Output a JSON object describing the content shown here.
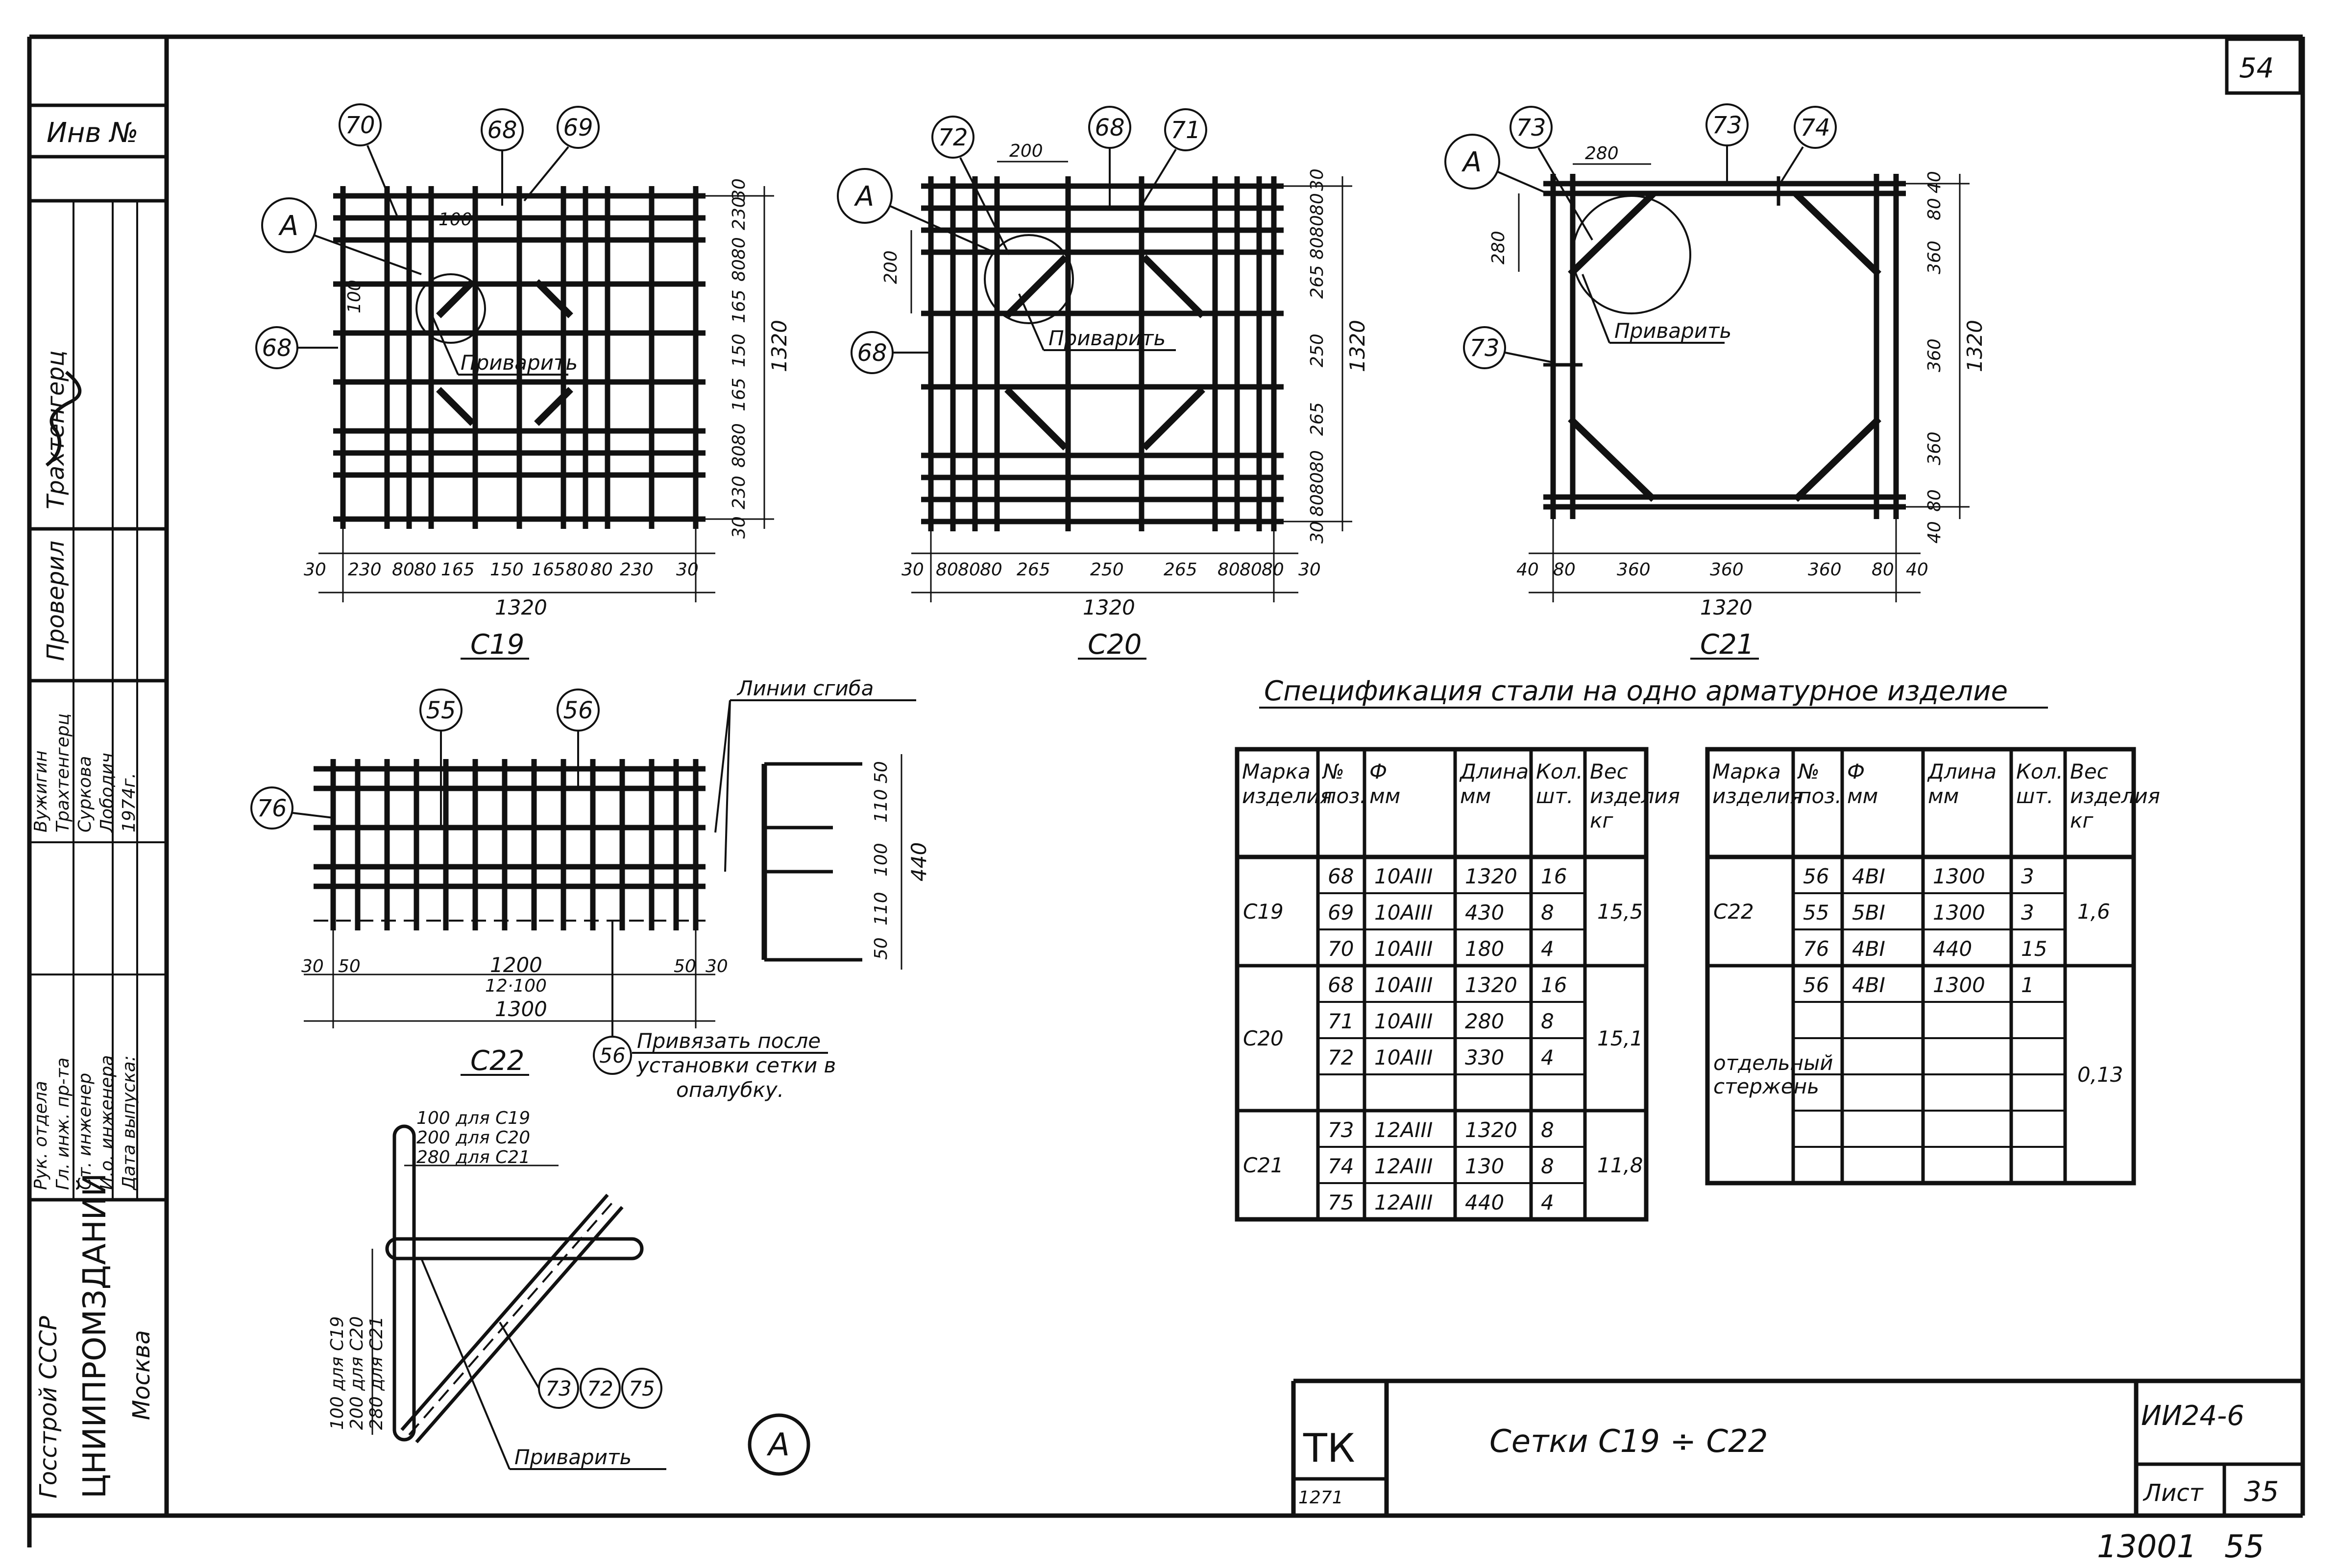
{
  "sheet_number": "54",
  "page_bottom": "13001",
  "page_bottom_right": "55",
  "side_stamp": {
    "inv_label": "Инв №",
    "rows": [
      {
        "role": "Рук. отдела",
        "name": "Вужигин"
      },
      {
        "role": "Гл. инж. пр-та",
        "name": "Трахтенгерц"
      },
      {
        "role": "Ст. инженер",
        "name": "Суркова"
      },
      {
        "role": "И.о. инженера",
        "name": "Лободич"
      },
      {
        "role": "Дата выпуска:",
        "name": "1974г."
      }
    ],
    "checked_label": "Проверил",
    "checked_name": "Трахтенгерц",
    "org": [
      "Госстрой СССР",
      "ЦНИИПРОМЗДАНИЙ",
      "Москва"
    ]
  },
  "drawings": {
    "c19": {
      "title": "С19",
      "callouts": [
        "70",
        "68",
        "69",
        "А",
        "68"
      ],
      "weld": "Приварить",
      "top_dim": "100",
      "left_dim": "100",
      "bottom_dims": [
        "30",
        "230",
        "80",
        "80",
        "165",
        "150",
        "165",
        "80",
        "80",
        "230",
        "30"
      ],
      "total": "1320",
      "right_dims": [
        "30",
        "230",
        "80",
        "80",
        "165",
        "150",
        "165",
        "80",
        "80",
        "230",
        "30"
      ],
      "right_total": "1320"
    },
    "c20": {
      "title": "С20",
      "callouts": [
        "72",
        "68",
        "71",
        "А",
        "68"
      ],
      "weld": "Приварить",
      "top_dim": "200",
      "left_dim": "200",
      "bottom_dims": [
        "30",
        "80",
        "80",
        "80",
        "265",
        "250",
        "265",
        "80",
        "80",
        "80",
        "30"
      ],
      "total": "1320",
      "right_dims": [
        "30",
        "80",
        "80",
        "80",
        "265",
        "250",
        "265",
        "80",
        "80",
        "80",
        "30"
      ],
      "right_total": "1320"
    },
    "c21": {
      "title": "С21",
      "callouts": [
        "73",
        "73",
        "74",
        "А",
        "73"
      ],
      "weld": "Приварить",
      "top_dim": "280",
      "left_dim": "280",
      "bottom_dims": [
        "40",
        "80",
        "360",
        "360",
        "360",
        "80",
        "40"
      ],
      "total": "1320",
      "right_dims": [
        "40",
        "80",
        "360",
        "360",
        "360",
        "80",
        "40"
      ],
      "right_total": "1320"
    },
    "c22": {
      "title": "С22",
      "callouts": [
        "55",
        "56",
        "76",
        "56"
      ],
      "bend_label": "Линии сгиба",
      "bottom_dims": [
        "30",
        "50",
        "1200",
        "50",
        "30"
      ],
      "sub_dim": "12·100",
      "total": "1300",
      "side_dims": [
        "50",
        "110",
        "100",
        "110",
        "50"
      ],
      "side_total": "440",
      "note": [
        "Привязать после",
        "установки сетки в",
        "опалубку."
      ]
    },
    "detail": {
      "label": "А",
      "top_notes": [
        "100 для С19",
        "200 для С20",
        "280 для С21"
      ],
      "side_notes": [
        "100 для С19",
        "200 для С20",
        "280 для С21"
      ],
      "callouts": [
        "73",
        "72",
        "75"
      ],
      "weld": "Приварить"
    }
  },
  "spec_title": "Спецификация стали на одно арматурное изделие",
  "spec_headers": [
    "Марка изделия",
    "№ поз.",
    "Ф мм",
    "Длина мм",
    "Кол. шт.",
    "Вес изделия кг"
  ],
  "spec_left": [
    {
      "mark": "С19",
      "weight": "15,5",
      "rows": [
        {
          "pos": "68",
          "dia": "10АIII",
          "len": "1320",
          "qty": "16"
        },
        {
          "pos": "69",
          "dia": "10АIII",
          "len": "430",
          "qty": "8"
        },
        {
          "pos": "70",
          "dia": "10АIII",
          "len": "180",
          "qty": "4"
        }
      ]
    },
    {
      "mark": "С20",
      "weight": "15,1",
      "rows": [
        {
          "pos": "68",
          "dia": "10АIII",
          "len": "1320",
          "qty": "16"
        },
        {
          "pos": "71",
          "dia": "10АIII",
          "len": "280",
          "qty": "8"
        },
        {
          "pos": "72",
          "dia": "10АIII",
          "len": "330",
          "qty": "4"
        },
        {
          "pos": "",
          "dia": "",
          "len": "",
          "qty": ""
        }
      ]
    },
    {
      "mark": "С21",
      "weight": "11,8",
      "rows": [
        {
          "pos": "73",
          "dia": "12АIII",
          "len": "1320",
          "qty": "8"
        },
        {
          "pos": "74",
          "dia": "12АIII",
          "len": "130",
          "qty": "8"
        },
        {
          "pos": "75",
          "dia": "12АIII",
          "len": "440",
          "qty": "4"
        }
      ]
    }
  ],
  "spec_right": [
    {
      "mark": "С22",
      "weight": "1,6",
      "rows": [
        {
          "pos": "56",
          "dia": "4ВI",
          "len": "1300",
          "qty": "3"
        },
        {
          "pos": "55",
          "dia": "5ВI",
          "len": "1300",
          "qty": "3"
        },
        {
          "pos": "76",
          "dia": "4ВI",
          "len": "440",
          "qty": "15"
        }
      ]
    },
    {
      "mark": "отдельный стержень",
      "weight": "0,13",
      "rows": [
        {
          "pos": "56",
          "dia": "4ВI",
          "len": "1300",
          "qty": "1"
        },
        {
          "pos": "",
          "dia": "",
          "len": "",
          "qty": ""
        },
        {
          "pos": "",
          "dia": "",
          "len": "",
          "qty": ""
        },
        {
          "pos": "",
          "dia": "",
          "len": "",
          "qty": ""
        },
        {
          "pos": "",
          "dia": "",
          "len": "",
          "qty": ""
        },
        {
          "pos": "",
          "dia": "",
          "len": "",
          "qty": ""
        }
      ]
    }
  ],
  "title_block": {
    "logo": "ТК",
    "sub_code": "1271",
    "title": "Сетки  С19 ÷ С22",
    "doc_code": "ИИ24-6",
    "sheet_label": "Лист",
    "sheet_no": "35"
  }
}
